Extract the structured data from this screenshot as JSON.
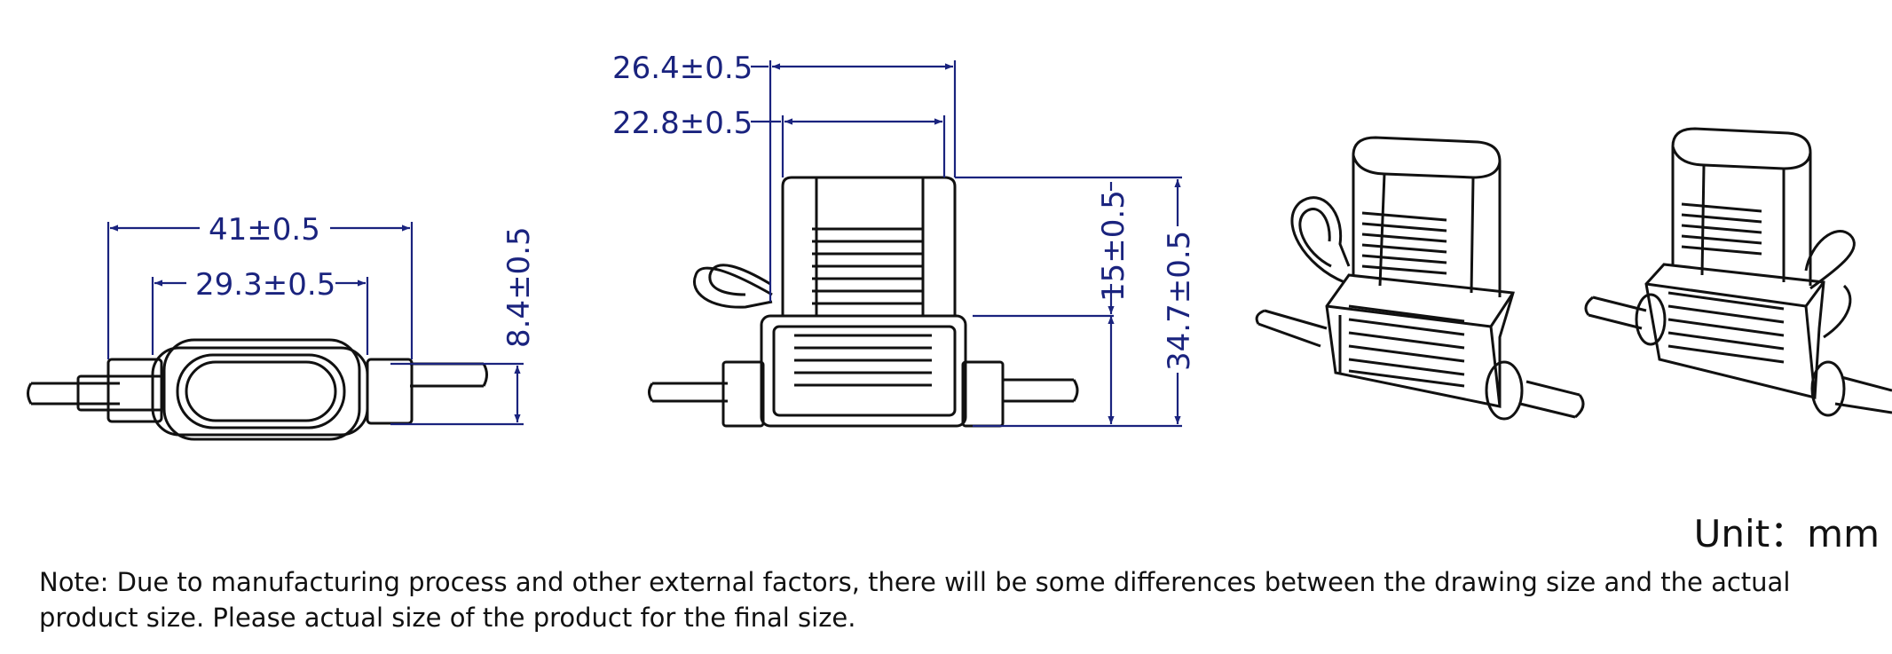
{
  "dimensions": {
    "top_length": "41±0.5",
    "top_inner_length": "29.3±0.5",
    "top_height": "8.4±0.5",
    "front_outer_width": "26.4±0.5",
    "front_inner_width": "22.8±0.5",
    "front_cap_height": "15±0.5",
    "front_total_height": "34.7±0.5"
  },
  "unit_label": "Unit：mm",
  "note_text": "Note: Due to manufacturing process and other external factors, there will be some differences between the drawing size and the actual product size. Please actual size of the product for the final size.",
  "colors": {
    "dimension": "#1a237e",
    "outline": "#111111"
  }
}
